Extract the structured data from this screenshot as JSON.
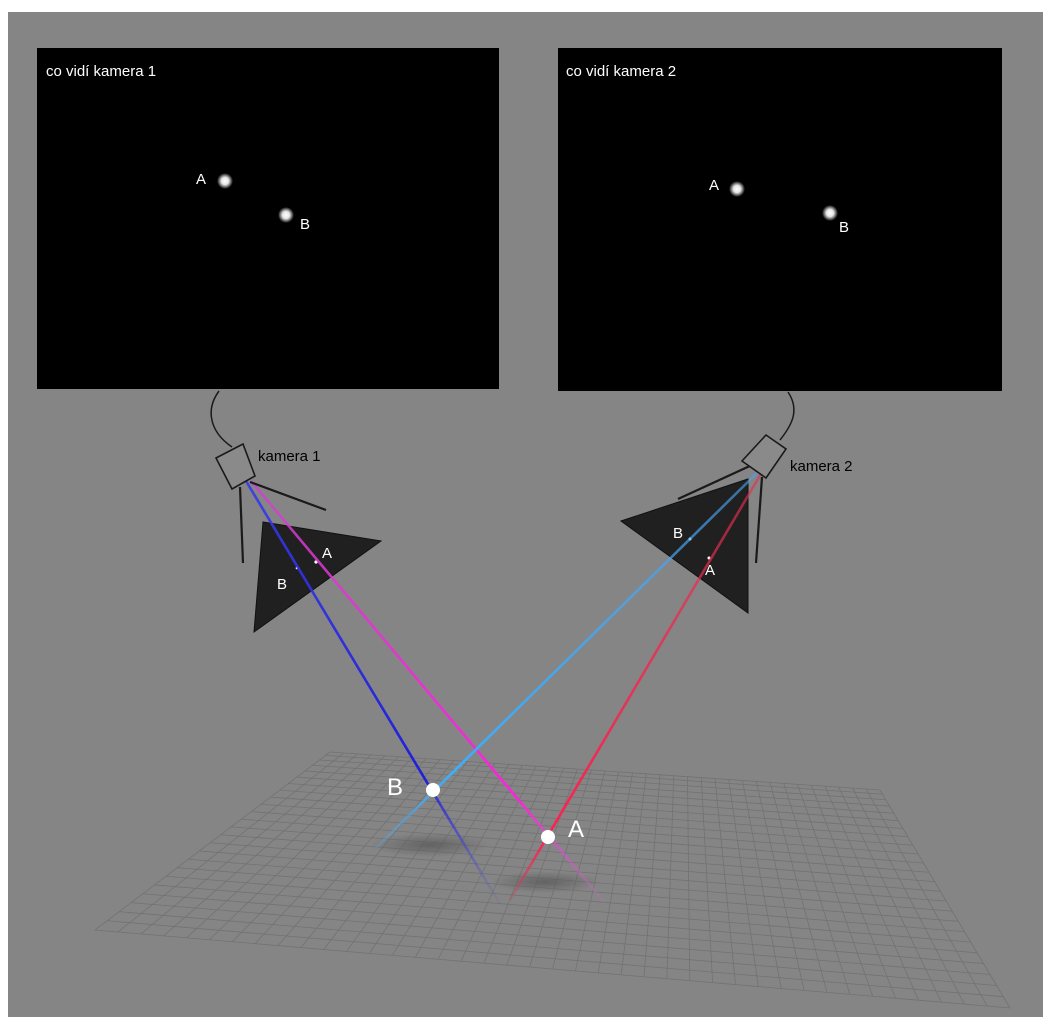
{
  "colors": {
    "background": "#858585",
    "frame": "#ffffff",
    "screen": "#000000",
    "screen_text": "#ffffff",
    "camera_label": "#000000",
    "ray_blue": "#2a2ae0",
    "ray_magenta": "#e030d0",
    "ray_lightblue": "#4aa0f0",
    "ray_red": "#e02a4a",
    "grid": "#6e6e6e"
  },
  "screens": [
    {
      "title": "co vidí kamera 1",
      "point_a": "A",
      "point_b": "B"
    },
    {
      "title": "co vidí kamera 2",
      "point_a": "A",
      "point_b": "B"
    }
  ],
  "cameras": [
    {
      "label": "kamera 1",
      "plane_a": "A",
      "plane_b": "B",
      "icon": "camera-tripod-icon"
    },
    {
      "label": "kamera 2",
      "plane_a": "A",
      "plane_b": "B",
      "icon": "camera-tripod-icon"
    }
  ],
  "points": {
    "a": "A",
    "b": "B"
  }
}
